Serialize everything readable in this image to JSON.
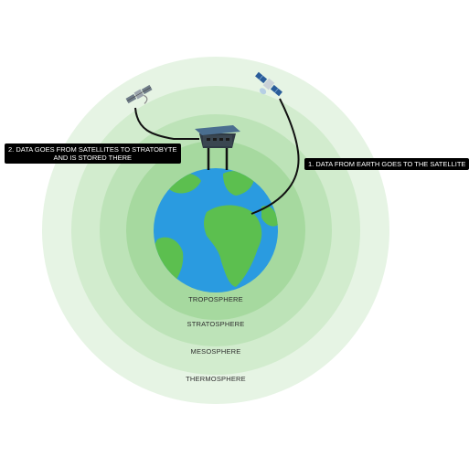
{
  "callouts": {
    "step2_line1": "2. DATA GOES FROM SATELLITES TO STRATOBYTE",
    "step2_line2": "AND IS STORED THERE",
    "step1": "1. DATA FROM EARTH GOES TO THE SATELLITE"
  },
  "layers": {
    "troposphere": "TROPOSPHERE",
    "stratosphere": "STRATOSPHERE",
    "mesosphere": "MESOSPHERE",
    "thermosphere": "THERMOSPHERE"
  },
  "colors": {
    "thermosphere": "#e6f4e4",
    "mesosphere": "#d2ecce",
    "stratosphere": "#bde3b8",
    "troposphere": "#a6d99f",
    "ocean": "#2a9be0",
    "land": "#5cbf4f",
    "callout_bg": "#000000"
  }
}
